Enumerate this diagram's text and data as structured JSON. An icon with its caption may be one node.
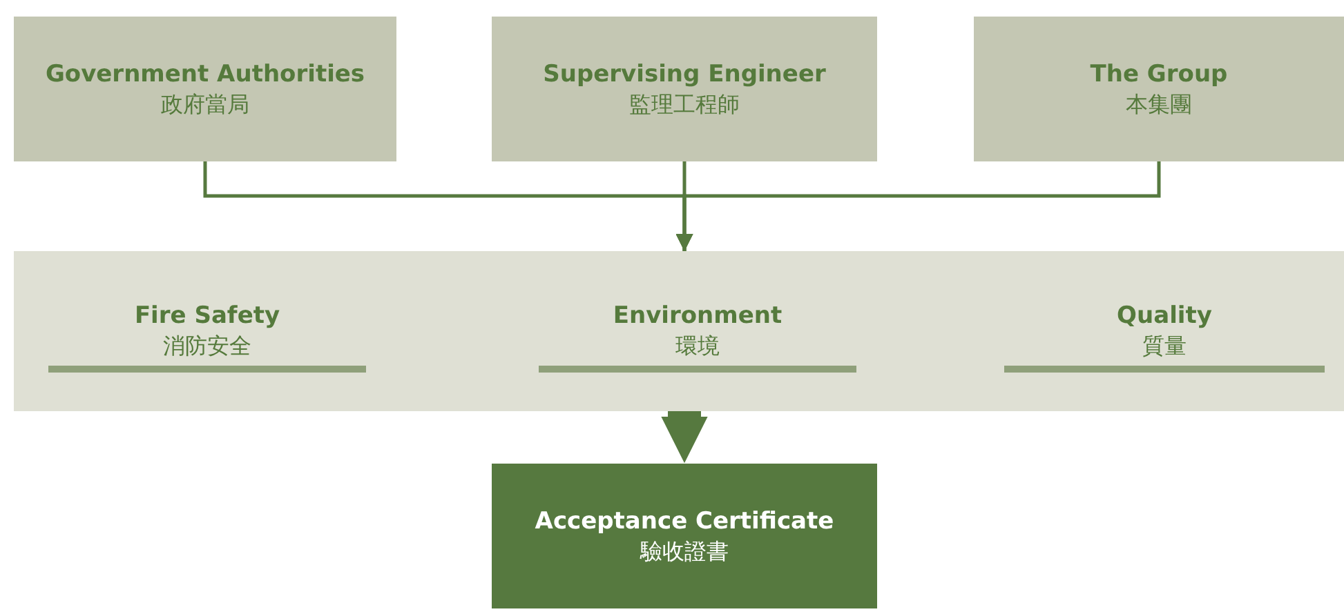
{
  "diagram": {
    "nodes": [
      {
        "text": [
          "Government Authorities",
          "政府當局"
        ]
      },
      {
        "text": [
          "Supervising Engineer",
          "監理工程師"
        ]
      },
      {
        "text": [
          "The Group",
          "本集團"
        ]
      },
      {
        "text": [],
        "shape": "box"
      },
      {
        "text": [
          "Fire Safety",
          "消防安全"
        ],
        "in": 3
      },
      {
        "text": [
          "Environment",
          "環境"
        ],
        "in": 3
      },
      {
        "text": [
          "Quality",
          "質量"
        ],
        "in": 3
      },
      {
        "text": [
          "Acceptance Certificate",
          "驗收證書"
        ]
      }
    ],
    "edges": [
      {
        "from": 0,
        "to": 3,
        "arrow": "to"
      },
      {
        "from": 1,
        "to": 3,
        "arrow": "to"
      },
      {
        "from": 2,
        "to": 3,
        "arrow": "to"
      },
      {
        "from": 3,
        "to": 7,
        "arrow": "to",
        "style": "thick"
      }
    ]
  }
}
